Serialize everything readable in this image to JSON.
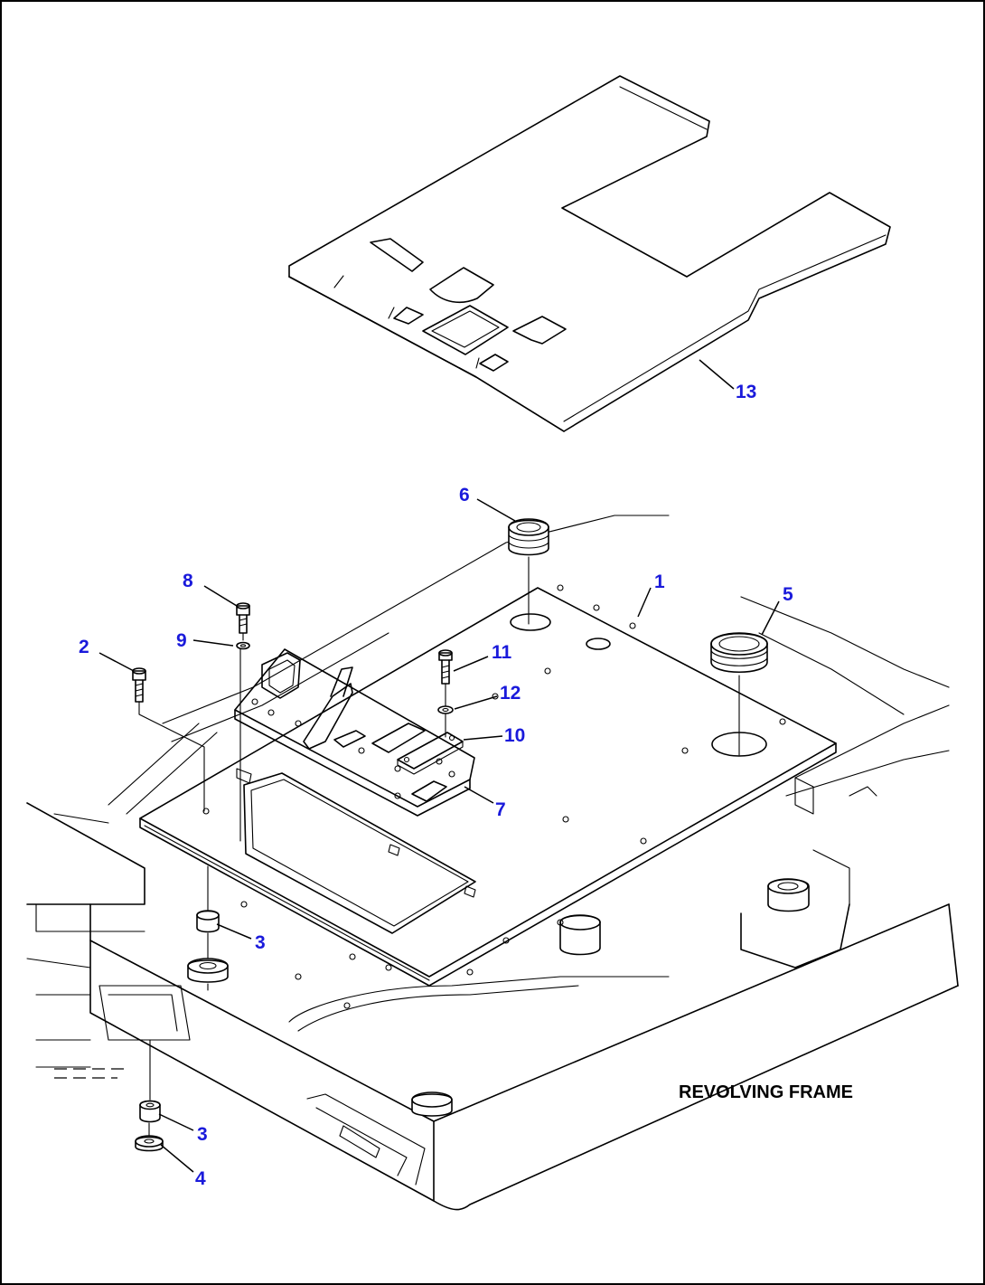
{
  "diagram": {
    "caption": "REVOLVING FRAME",
    "callout_color": "#1a1adb",
    "callouts": [
      {
        "id": "c1",
        "label": "1"
      },
      {
        "id": "c2",
        "label": "2"
      },
      {
        "id": "c3a",
        "label": "3"
      },
      {
        "id": "c3b",
        "label": "3"
      },
      {
        "id": "c4",
        "label": "4"
      },
      {
        "id": "c5",
        "label": "5"
      },
      {
        "id": "c6",
        "label": "6"
      },
      {
        "id": "c7",
        "label": "7"
      },
      {
        "id": "c8",
        "label": "8"
      },
      {
        "id": "c9",
        "label": "9"
      },
      {
        "id": "c10",
        "label": "10"
      },
      {
        "id": "c11",
        "label": "11"
      },
      {
        "id": "c12",
        "label": "12"
      },
      {
        "id": "c13",
        "label": "13"
      }
    ]
  }
}
